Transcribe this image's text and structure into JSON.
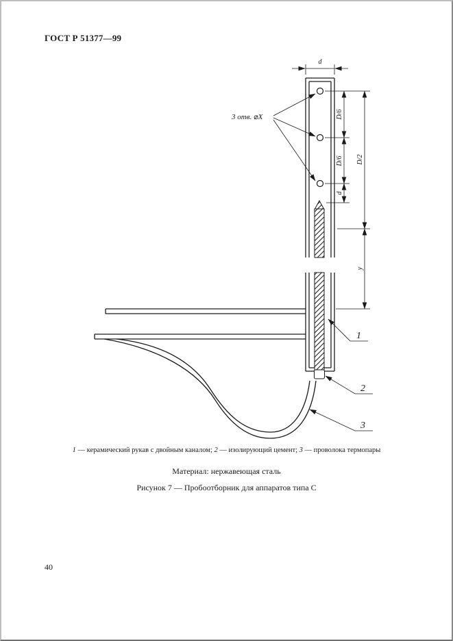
{
  "page": {
    "header": "ГОСТ Р 51377—99",
    "page_number": "40"
  },
  "figure": {
    "annotations": {
      "holes_note": "3 отв. ⌀X",
      "dim_top": "d",
      "dim_upper": "D/6",
      "dim_mid": "D/6",
      "dim_small": "d",
      "dim_half": "D/2",
      "dim_y": "y",
      "part1": "1",
      "part2": "2",
      "part3": "3"
    },
    "legend": [
      {
        "num": "1",
        "text": " — керамический рукав с двойным каналом; "
      },
      {
        "num": "2",
        "text": " — изолирующий цемент; "
      },
      {
        "num": "3",
        "text": " — проволока термопары"
      }
    ],
    "material": "Материал: нержавеющая сталь",
    "caption": "Рисунок 7 — Пробоотборник для аппаратов типа С"
  }
}
